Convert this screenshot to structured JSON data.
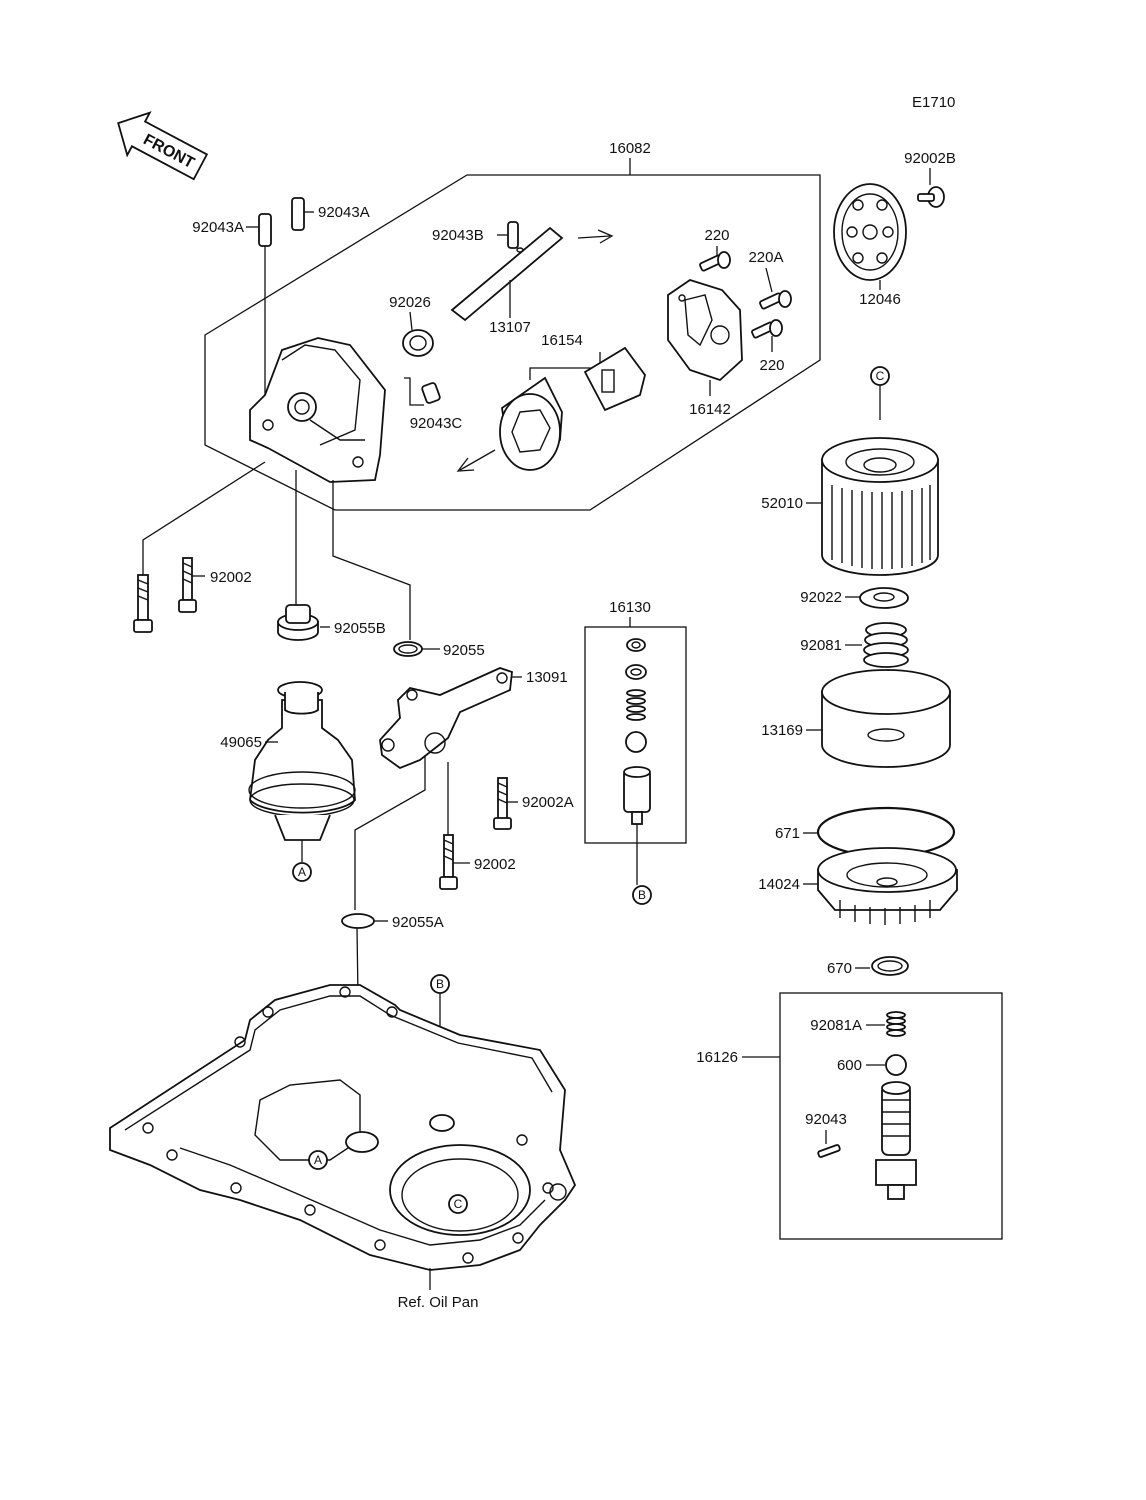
{
  "figure_code": "E1710",
  "front_label": "FRONT",
  "parts": {
    "p16082": "16082",
    "p92043A_1": "92043A",
    "p92043A_2": "92043A",
    "p92043B": "92043B",
    "p92026": "92026",
    "p13107": "13107",
    "p16154": "16154",
    "p92043C": "92043C",
    "p220_1": "220",
    "p220A": "220A",
    "p220_2": "220",
    "p16142": "16142",
    "p92002B": "92002B",
    "p12046": "12046",
    "p52010": "52010",
    "p92022": "92022",
    "p92081": "92081",
    "p13169": "13169",
    "p671": "671",
    "p14024": "14024",
    "p670": "670",
    "p16126": "16126",
    "p92081A": "92081A",
    "p600": "600",
    "p92043": "92043",
    "p92002_1": "92002",
    "p92055B": "92055B",
    "p92055": "92055",
    "p16130": "16130",
    "p13091": "13091",
    "p49065": "49065",
    "p92002A": "92002A",
    "p92002_2": "92002",
    "p92055A": "92055A",
    "ref_oil_pan": "Ref. Oil Pan"
  },
  "markers": {
    "A": "A",
    "B": "B",
    "C": "C"
  }
}
